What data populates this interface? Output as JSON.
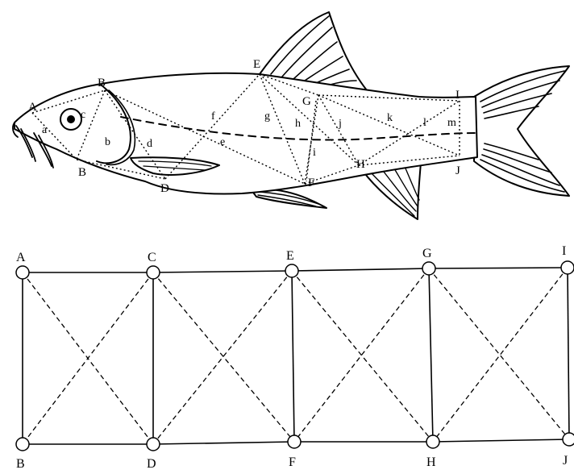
{
  "fish_diagram": {
    "landmark_labels": [
      "A",
      "B",
      "B",
      "D",
      "E",
      "F",
      "G",
      "H",
      "I",
      "J"
    ],
    "distance_labels": [
      "a",
      "b",
      "c",
      "d",
      "e",
      "f",
      "g",
      "h",
      "i",
      "j",
      "k",
      "l",
      "m"
    ]
  },
  "truss_network": {
    "top_nodes": [
      "A",
      "C",
      "E",
      "G",
      "I"
    ],
    "bottom_nodes": [
      "B",
      "D",
      "F",
      "H",
      "J"
    ]
  }
}
